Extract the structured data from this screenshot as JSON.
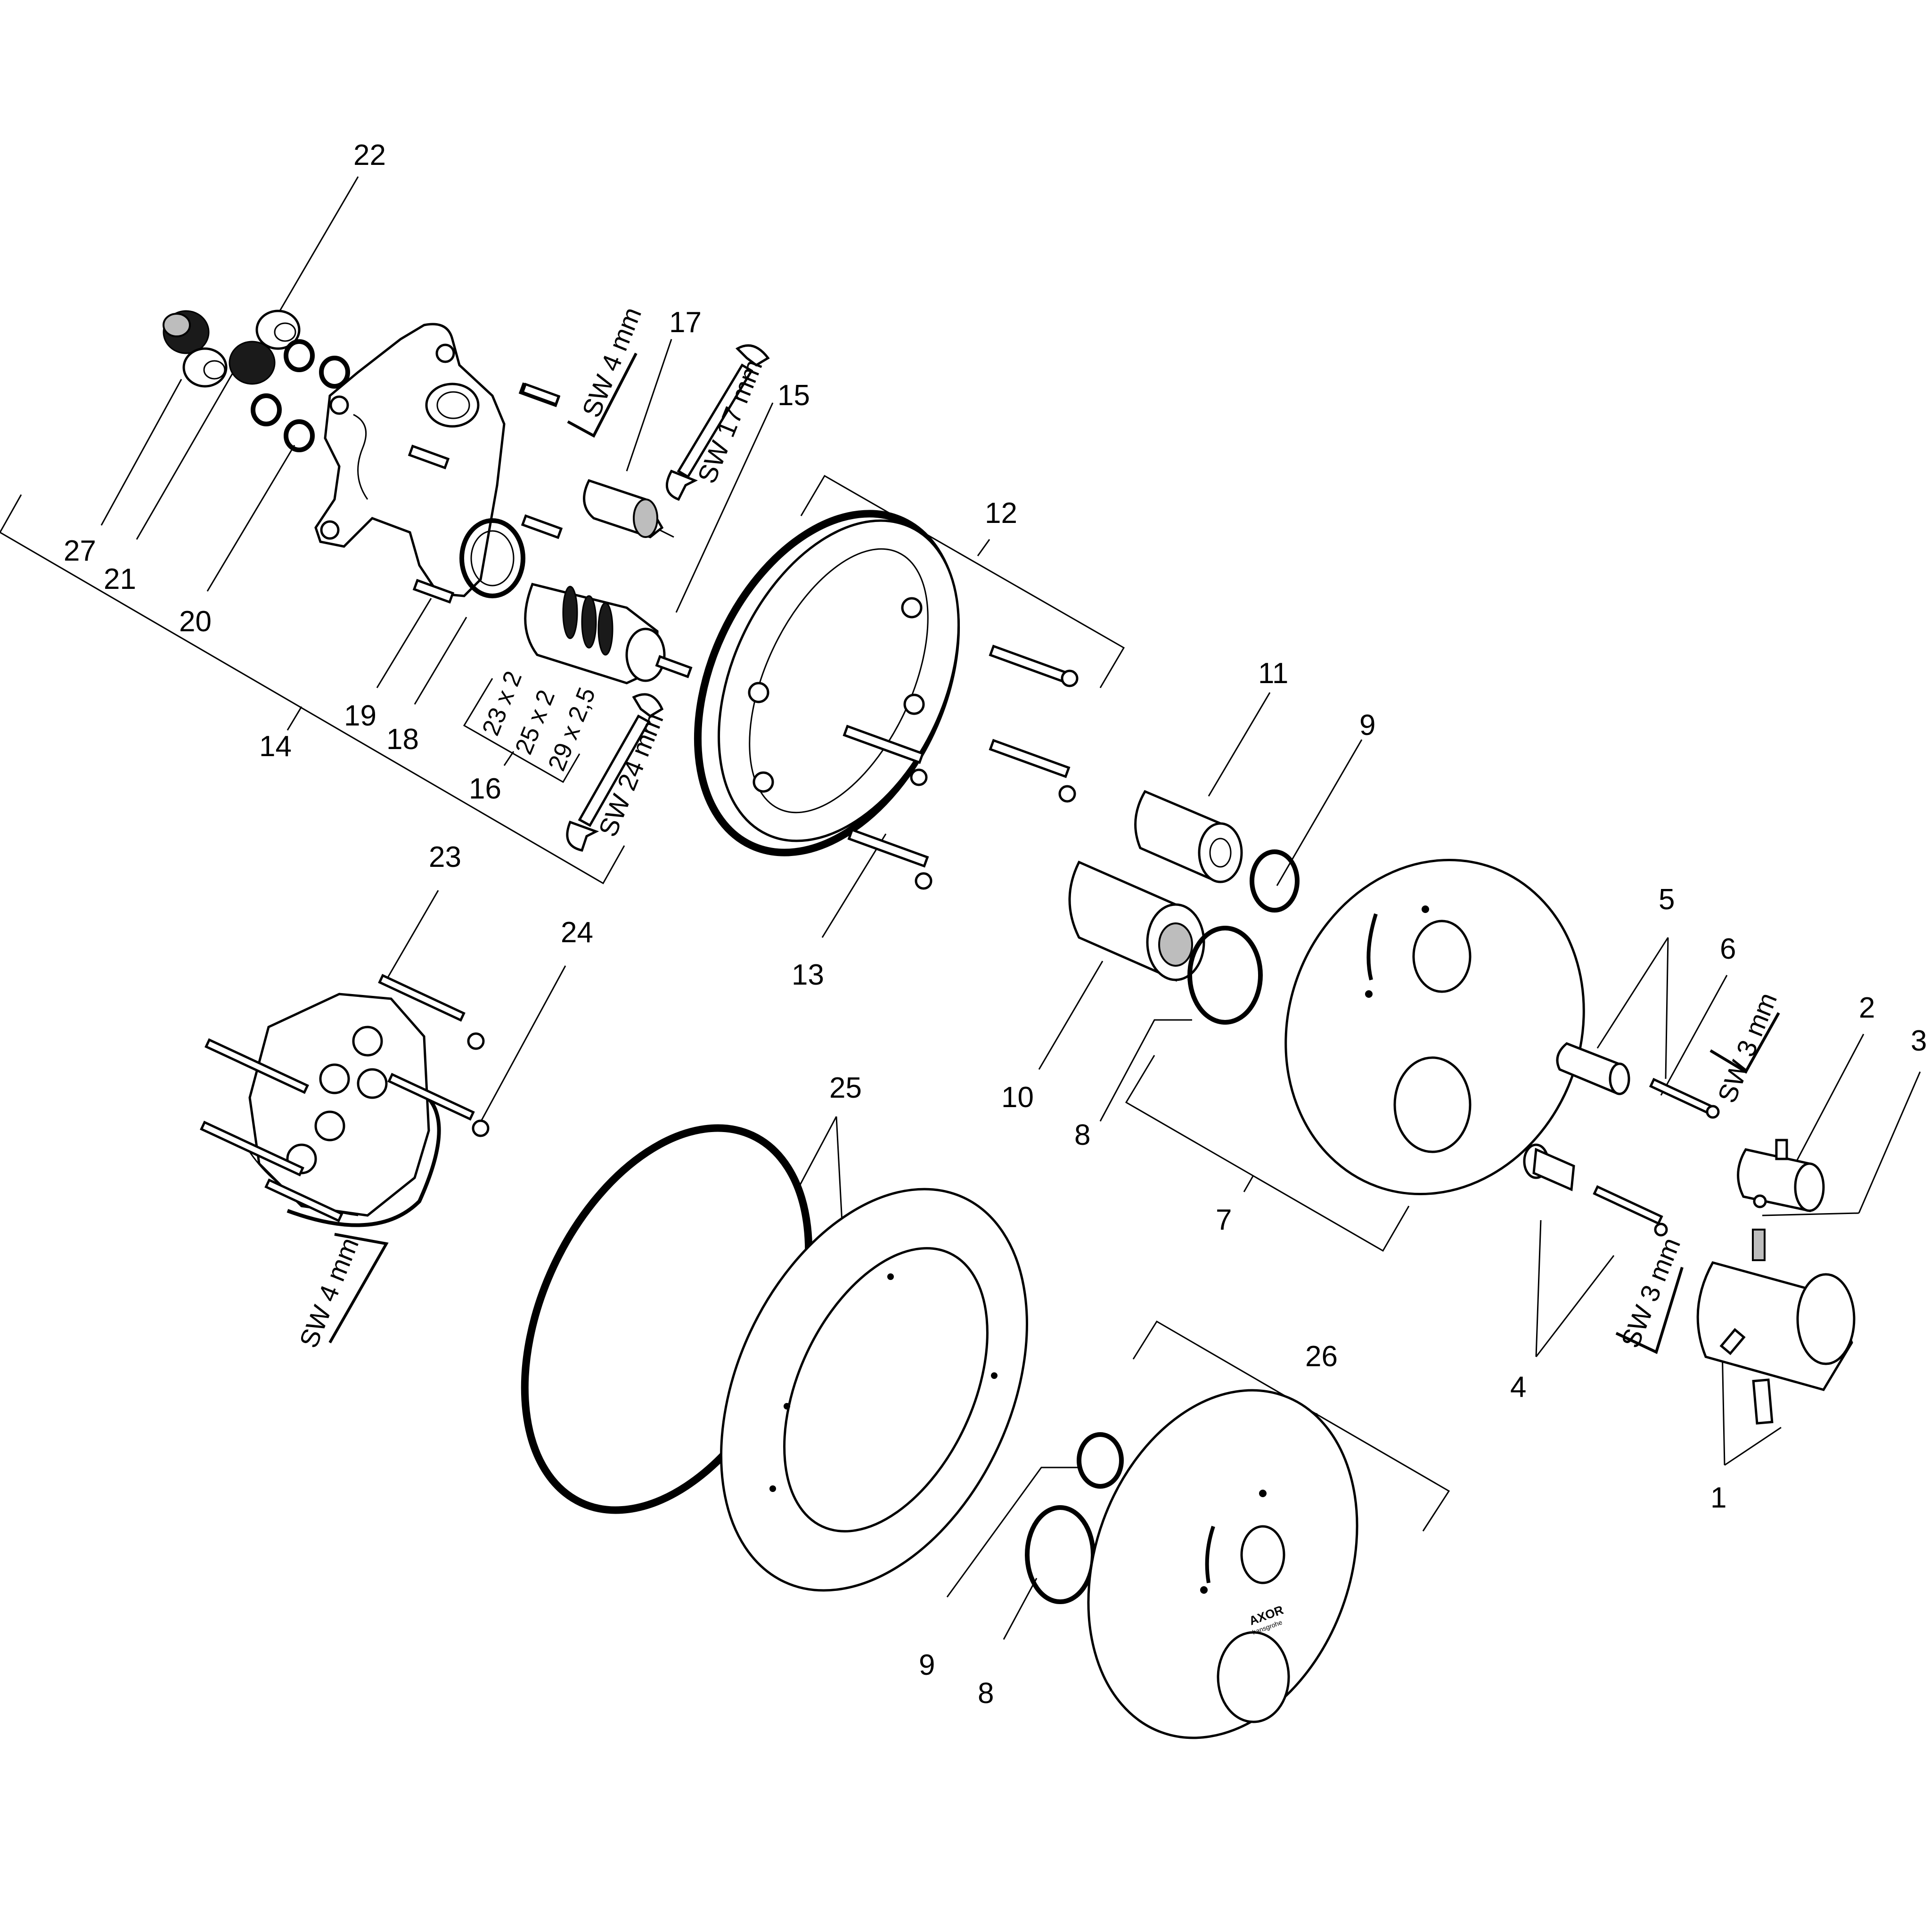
{
  "callouts": [
    "1",
    "2",
    "3",
    "4",
    "5",
    "6",
    "7",
    "8",
    "9",
    "10",
    "11",
    "12",
    "13",
    "14",
    "15",
    "16",
    "17",
    "18",
    "19",
    "20",
    "21",
    "22",
    "23",
    "24",
    "25",
    "26",
    "27"
  ],
  "callout_repeats": {
    "8b": "8",
    "9b": "9"
  },
  "dimensions": {
    "o1": "23 x 2",
    "o2": "25 x 2",
    "o3": "29 x 2,5"
  },
  "tools": {
    "sw4a": "SW 4 mm",
    "sw17": "SW 17 mm",
    "sw24": "SW 24 mm",
    "sw4b": "SW 4 mm",
    "sw3a": "SW 3 mm",
    "sw3b": "SW 3 mm"
  },
  "brand": {
    "name": "AXOR",
    "sub": "hansgrohe"
  }
}
